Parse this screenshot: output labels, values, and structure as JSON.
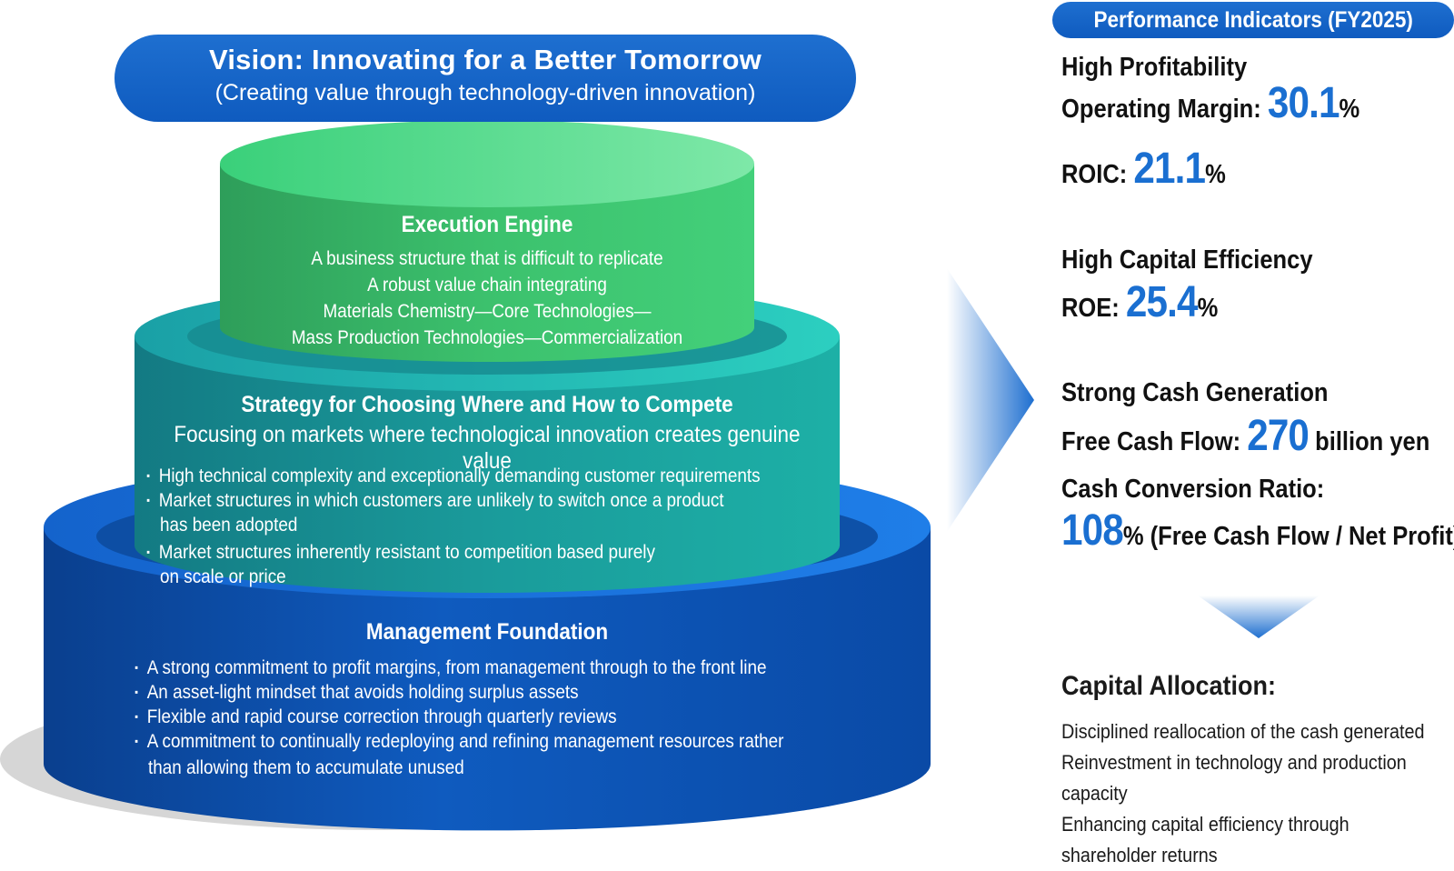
{
  "vision": {
    "title": "Vision: Innovating for a Better Tomorrow",
    "subtitle": "(Creating value through technology-driven innovation)"
  },
  "execution_engine": {
    "title": "Execution Engine",
    "lines": [
      "A business structure that is difficult to replicate",
      "A robust value chain integrating",
      "Materials Chemistry—Core Technologies—",
      "Mass Production Technologies—Commercialization"
    ]
  },
  "strategy": {
    "title": "Strategy for Choosing Where and How to Compete",
    "subtitle": "Focusing on markets where technological innovation creates genuine value",
    "bullets": [
      "High technical complexity and exceptionally demanding customer requirements",
      "Market structures in which customers are unlikely to switch once a product",
      "has been adopted",
      "Market structures inherently resistant to competition based purely",
      "on scale or price"
    ]
  },
  "foundation": {
    "title": "Management Foundation",
    "bullets": [
      "A strong commitment to profit margins, from management through to the front line",
      "An asset-light mindset that avoids holding surplus assets",
      "Flexible and rapid course correction through quarterly reviews",
      "A commitment to continually redeploying and refining management resources rather",
      "than allowing them to accumulate unused"
    ]
  },
  "performance": {
    "header": "Performance Indicators (FY2025)",
    "profitability": {
      "title": "High Profitability",
      "op_margin_label": "Operating Margin: ",
      "op_margin_value": "30.1",
      "roic_label": "ROIC: ",
      "roic_value": "21.1",
      "pct": "%"
    },
    "capital": {
      "title": "High Capital Efficiency",
      "roe_label": "ROE: ",
      "roe_value": "25.4",
      "pct": "%"
    },
    "cash": {
      "title": "Strong Cash Generation",
      "fcf_label": "Free Cash Flow: ",
      "fcf_value": "270",
      "fcf_unit": " billion yen",
      "ccr_label": "Cash Conversion Ratio:",
      "ccr_value": "108",
      "ccr_suffix": "% (Free Cash Flow / Net Profit)"
    }
  },
  "allocation": {
    "title": "Capital Allocation:",
    "lines": [
      "Disciplined reallocation of the cash generated",
      "Reinvestment in technology and production",
      "capacity",
      "Enhancing capital efficiency through",
      "shareholder returns"
    ]
  },
  "colors": {
    "blue": "#0f5bbf",
    "teal": "#1a9b9b",
    "green": "#3cc16d",
    "accent": "#1a6fd1"
  },
  "icons": [
    "chevron-right-arrow",
    "chevron-down-arrow"
  ]
}
